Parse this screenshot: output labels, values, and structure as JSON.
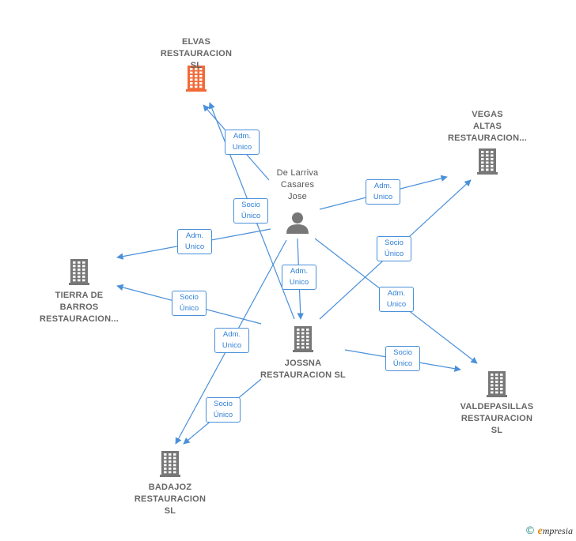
{
  "colors": {
    "edge": "#4a90d9",
    "building": "#777777",
    "building_highlight": "#f26a38",
    "person": "#777777"
  },
  "nodes": [
    {
      "id": "elvas",
      "type": "company",
      "highlight": true,
      "lines": [
        "ELVAS",
        "RESTAURACION",
        "SL"
      ]
    },
    {
      "id": "vegas",
      "type": "company",
      "highlight": false,
      "lines": [
        "VEGAS",
        "ALTAS",
        "RESTAURACION..."
      ]
    },
    {
      "id": "person",
      "type": "person",
      "highlight": false,
      "lines": [
        "De Larriva",
        "Casares",
        "Jose"
      ]
    },
    {
      "id": "tierra",
      "type": "company",
      "highlight": false,
      "lines": [
        "TIERRA DE",
        "BARROS",
        "RESTAURACION..."
      ]
    },
    {
      "id": "jossna",
      "type": "company",
      "highlight": false,
      "lines": [
        "JOSSNA",
        "RESTAURACION SL"
      ]
    },
    {
      "id": "valdepasillas",
      "type": "company",
      "highlight": false,
      "lines": [
        "VALDEPASILLAS",
        "RESTAURACION",
        "SL"
      ]
    },
    {
      "id": "badajoz",
      "type": "company",
      "highlight": false,
      "lines": [
        "BADAJOZ",
        "RESTAURACION",
        "SL"
      ]
    }
  ],
  "edges": [
    {
      "from": "person",
      "to": "elvas",
      "label": [
        "Adm.",
        "Unico"
      ]
    },
    {
      "from": "jossna",
      "to": "elvas",
      "label": [
        "Socio",
        "Único"
      ]
    },
    {
      "from": "person",
      "to": "vegas",
      "label": [
        "Adm.",
        "Unico"
      ]
    },
    {
      "from": "jossna",
      "to": "vegas",
      "label": [
        "Socio",
        "Único"
      ]
    },
    {
      "from": "person",
      "to": "tierra",
      "label": [
        "Adm.",
        "Unico"
      ]
    },
    {
      "from": "jossna",
      "to": "tierra",
      "label": [
        "Socio",
        "Único"
      ]
    },
    {
      "from": "person",
      "to": "jossna",
      "label": [
        "Adm.",
        "Unico"
      ]
    },
    {
      "from": "person",
      "to": "valdepasillas",
      "label": [
        "Adm.",
        "Unico"
      ]
    },
    {
      "from": "jossna",
      "to": "valdepasillas",
      "label": [
        "Socio",
        "Único"
      ]
    },
    {
      "from": "person",
      "to": "badajoz",
      "label": [
        "Adm.",
        "Unico"
      ]
    },
    {
      "from": "jossna",
      "to": "badajoz",
      "label": [
        "Socio",
        "Único"
      ]
    }
  ],
  "footer": {
    "copyright": "©",
    "brand_initial": "e",
    "brand_rest": "mpresia"
  }
}
